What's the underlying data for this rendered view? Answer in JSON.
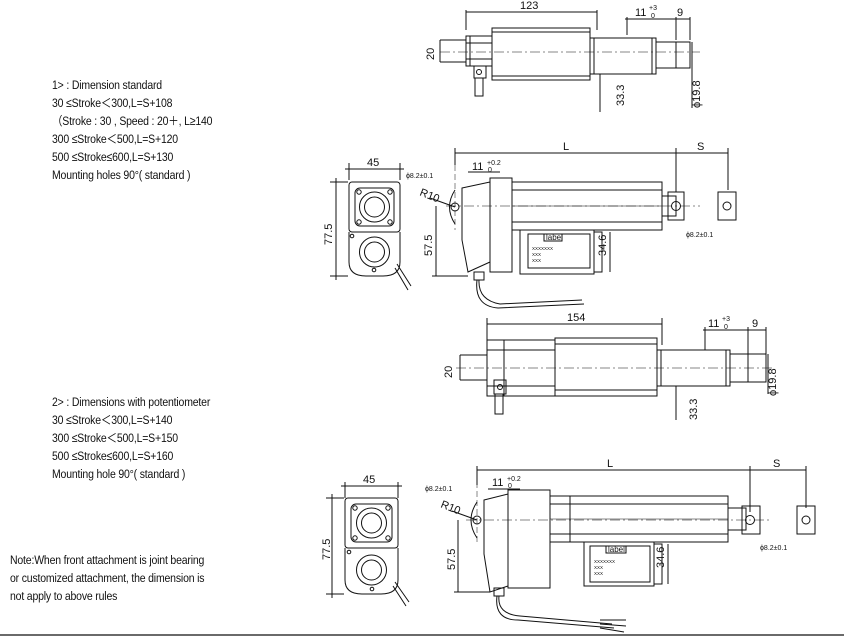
{
  "notes": {
    "standard": {
      "heading": "1> : Dimension standard",
      "lines": [
        "30 ≤Stroke＜300,L=S+108",
        "（Stroke : 30 , Speed : 20＋, L≥140",
        "300 ≤Stroke＜500,L=S+120",
        "500 ≤Stroke≤600,L=S+130",
        "Mounting holes 90°( standard )"
      ]
    },
    "potentiometer": {
      "heading": "2> : Dimensions with potentiometer",
      "lines": [
        "30 ≤Stroke＜300,L=S+140",
        "300 ≤Stroke＜500,L=S+150",
        "500 ≤Stroke≤600,L=S+160",
        "Mounting hole 90°( standard )"
      ]
    },
    "footnote": [
      "Note:When front attachment is joint bearing",
      "or customized attachment, the dimension is",
      "not apply to above rules"
    ]
  },
  "drawing1": {
    "top": {
      "length": "123",
      "fit": "11",
      "fit_upper": "+3",
      "fit_lower": "0",
      "tip": "9",
      "height": "20",
      "body_dia": "33.3",
      "rod_dia": "ϕ19.8"
    },
    "end": {
      "width": "45",
      "height": "77.5"
    },
    "side": {
      "L": "L",
      "S": "S",
      "hole_top": "ϕ8.2±0.1",
      "radius": "R10",
      "fit": "11",
      "fit_upper": "+0.2",
      "fit_lower": "0",
      "hole_rod": "ϕ8.2±0.1",
      "label": "label",
      "label_lines": [
        "XXXXXXX",
        "XXX",
        "XXX"
      ],
      "height": "57.5",
      "motor": "34.6"
    }
  },
  "drawing2": {
    "top": {
      "length": "154",
      "fit": "11",
      "fit_upper": "+3",
      "fit_lower": "0",
      "tip": "9",
      "height": "20",
      "body_dia": "33.3",
      "rod_dia": "ϕ19.8"
    },
    "end": {
      "width": "45",
      "height": "77.5"
    },
    "side": {
      "L": "L",
      "S": "S",
      "hole_top": "ϕ8.2±0.1",
      "radius": "R10",
      "fit": "11",
      "fit_upper": "+0.2",
      "fit_lower": "0",
      "hole_rod": "ϕ8.2±0.1",
      "label": "label",
      "label_lines": [
        "XXXXXXX",
        "XXX",
        "XXX"
      ],
      "height": "57.5",
      "motor": "34.6"
    }
  }
}
